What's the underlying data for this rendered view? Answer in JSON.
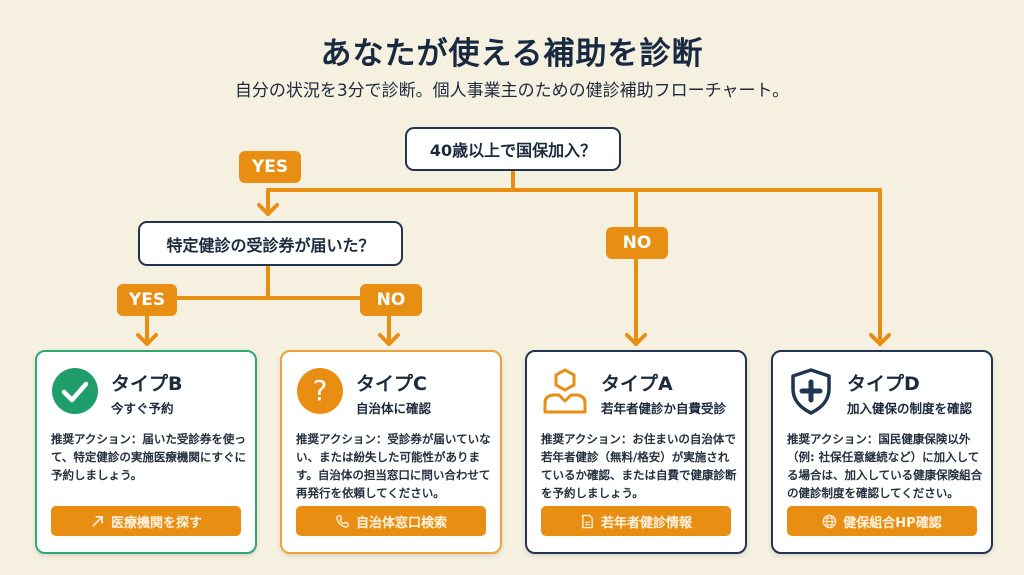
{
  "header": {
    "title": "あなたが使える補助を診断",
    "subtitle": "自分の状況を3分で診断。個人事業主のための健診補助フローチャート。"
  },
  "colors": {
    "background": "#f6f0e1",
    "accent": "#e88e12",
    "navy": "#1f3550",
    "green": "#2fa876"
  },
  "flow": {
    "q1": "40歳以上で国保加入？",
    "q2": "特定健診の受診券が届いた？",
    "labels": {
      "q1_yes": "YES",
      "q1_no": "NO",
      "q2_yes": "YES",
      "q2_no": "NO"
    }
  },
  "cards": [
    {
      "type": "タイプB",
      "subtitle": "今すぐ予約",
      "icon": "check-circle-icon",
      "description": "推奨アクション：届いた受診券を使って、特定健診の実施医療機関にすぐに予約しましょう。",
      "button": {
        "label": "医療機関を探す",
        "icon": "arrow-up-right-icon"
      }
    },
    {
      "type": "タイプC",
      "subtitle": "自治体に確認",
      "icon": "question-circle-icon",
      "description": "推奨アクション：受診券が届いていない、または紛失した可能性があります。自治体の担当窓口に問い合わせて再発行を依頼してください。",
      "button": {
        "label": "自治体窓口検索",
        "icon": "phone-icon"
      }
    },
    {
      "type": "タイプA",
      "subtitle": "若年者健診か自費受診",
      "icon": "person-icon",
      "description": "推奨アクション：お住まいの自治体で若年者健診（無料/格安）が実施されているか確認、または自費で健康診断を予約しましょう。",
      "button": {
        "label": "若年者健診情報",
        "icon": "document-icon"
      }
    },
    {
      "type": "タイプD",
      "subtitle": "加入健保の制度を確認",
      "icon": "shield-plus-icon",
      "description": "推奨アクション：国民健康保険以外（例: 社保任意継続など）に加入してる場合は、加入している健康保険組合の健診制度を確認してください。",
      "button": {
        "label": "健保組合HP確認",
        "icon": "globe-icon"
      }
    }
  ]
}
